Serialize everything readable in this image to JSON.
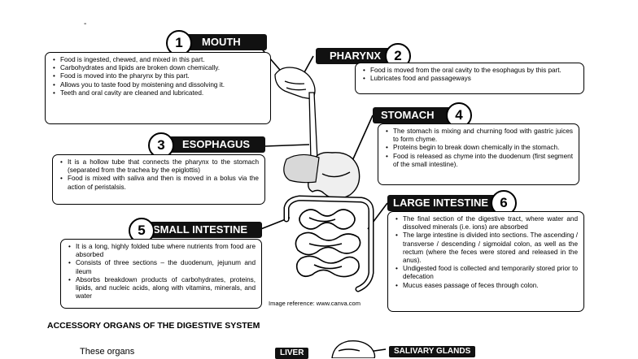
{
  "top_mark": "-",
  "mouth": {
    "number": "1",
    "title": "MOUTH",
    "items": [
      "Food is ingested, chewed, and mixed in this part.",
      "Carbohydrates and lipids are broken down chemically.",
      "Food is moved into the pharynx by this part.",
      "Allows you to taste food by moistening and dissolving it.",
      "Teeth and oral cavity are cleaned and lubricated."
    ]
  },
  "pharynx": {
    "number": "2",
    "title": "PHARYNX",
    "items": [
      "Food is moved from the oral cavity to the esophagus by this part.",
      "Lubricates food and passageways"
    ]
  },
  "esophagus": {
    "number": "3",
    "title": "ESOPHAGUS",
    "items": [
      "It is a hollow tube that connects the pharynx to the stomach (separated from the trachea by the epiglottis)",
      "Food is mixed with saliva and then is moved in a bolus via the action of peristalsis."
    ]
  },
  "stomach": {
    "number": "4",
    "title": "STOMACH",
    "items": [
      "The stomach is mixing and churning food with gastric juices to form chyme.",
      "Proteins begin to break down chemically in the stomach.",
      "Food is released as chyme into the duodenum (first segment of the small intestine)."
    ]
  },
  "small_intestine": {
    "number": "5",
    "title": "SMALL INTESTINE",
    "items": [
      "It is a long, highly folded tube where nutrients from food are absorbed",
      "Consists of three sections – the duodenum, jejunum and ileum",
      "Absorbs breakdown products of carbohydrates, proteins, lipids, and nucleic acids, along with vitamins, minerals, and water"
    ]
  },
  "large_intestine": {
    "number": "6",
    "title": "LARGE INTESTINE",
    "items": [
      "The final section of the digestive tract, where water and dissolved minerals (i.e. ions) are absorbed",
      "The large intestine is divided into sections. The ascending / transverse / descending / sigmoidal colon, as well as the rectum (where the feces were stored and released in the anus).",
      "Undigested food is collected and temporarily stored prior to defecation",
      "Mucus eases passage of feces through colon."
    ]
  },
  "image_reference": "Image reference: www.canva.com",
  "accessory_heading": "ACCESSORY ORGANS OF THE DIGESTIVE SYSTEM",
  "accessory_intro": "These organs",
  "liver_label": "LIVER",
  "salivary_label": "SALIVARY GLANDS"
}
